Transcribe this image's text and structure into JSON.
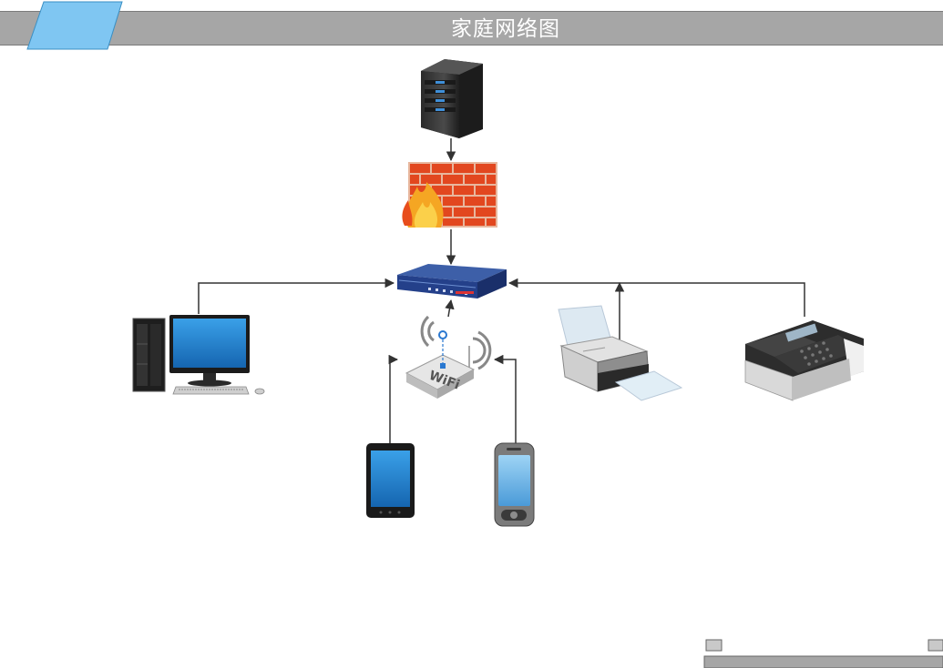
{
  "header": {
    "title": "家庭网络图"
  },
  "colors": {
    "title_bar": "#a6a6a6",
    "title_text": "#ffffff",
    "badge": "#7fc6f2",
    "connector": "#333333"
  },
  "devices": [
    {
      "name": "server",
      "icon": "server-icon"
    },
    {
      "name": "firewall",
      "icon": "firewall-icon"
    },
    {
      "name": "router",
      "icon": "router-icon"
    },
    {
      "name": "desktop-computer",
      "icon": "desktop-computer-icon"
    },
    {
      "name": "wifi-access-point",
      "icon": "wifi-router-icon"
    },
    {
      "name": "printer",
      "icon": "printer-icon"
    },
    {
      "name": "fax-machine",
      "icon": "fax-icon"
    },
    {
      "name": "tablet",
      "icon": "tablet-icon"
    },
    {
      "name": "smartphone",
      "icon": "smartphone-icon"
    }
  ]
}
